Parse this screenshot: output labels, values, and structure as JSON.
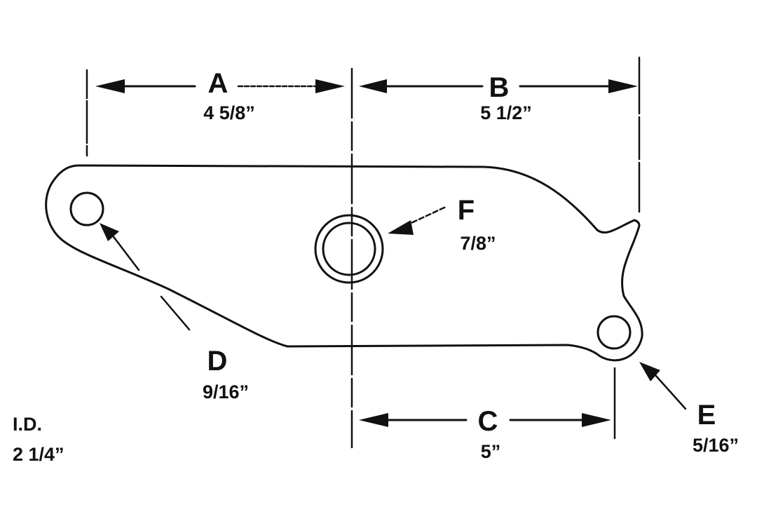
{
  "labels": {
    "A": {
      "letter": "A",
      "value": "4 5/8”"
    },
    "B": {
      "letter": "B",
      "value": "5 1/2”"
    },
    "C": {
      "letter": "C",
      "value": "5”"
    },
    "D": {
      "letter": "D",
      "value": "9/16”"
    },
    "E": {
      "letter": "E",
      "value": "5/16”"
    },
    "F": {
      "letter": "F",
      "value": "7/8”"
    }
  },
  "id_note": {
    "label": "I.D.",
    "value": "2 1/4”"
  }
}
